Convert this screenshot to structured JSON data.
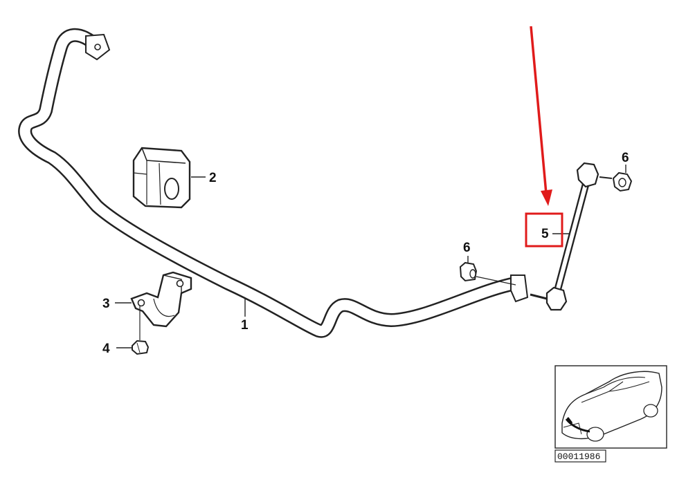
{
  "diagram": {
    "callouts": [
      {
        "id": "1",
        "label": "1",
        "part": "stabilizer-bar"
      },
      {
        "id": "2",
        "label": "2",
        "part": "stabilizer-bushing"
      },
      {
        "id": "3",
        "label": "3",
        "part": "bushing-bracket"
      },
      {
        "id": "4",
        "label": "4",
        "part": "nut"
      },
      {
        "id": "5",
        "label": "5",
        "part": "stabilizer-link"
      },
      {
        "id": "6a",
        "label": "6",
        "part": "self-locking-nut-upper"
      },
      {
        "id": "6b",
        "label": "6",
        "part": "self-locking-nut-lower"
      }
    ],
    "highlight": {
      "target": "5",
      "color": "#e01b1b"
    },
    "reference_number": "00011986"
  },
  "colors": {
    "line": "#222222",
    "fill": "#ffffff",
    "shade": "#d9d9d9",
    "accent": "#e01b1b"
  }
}
